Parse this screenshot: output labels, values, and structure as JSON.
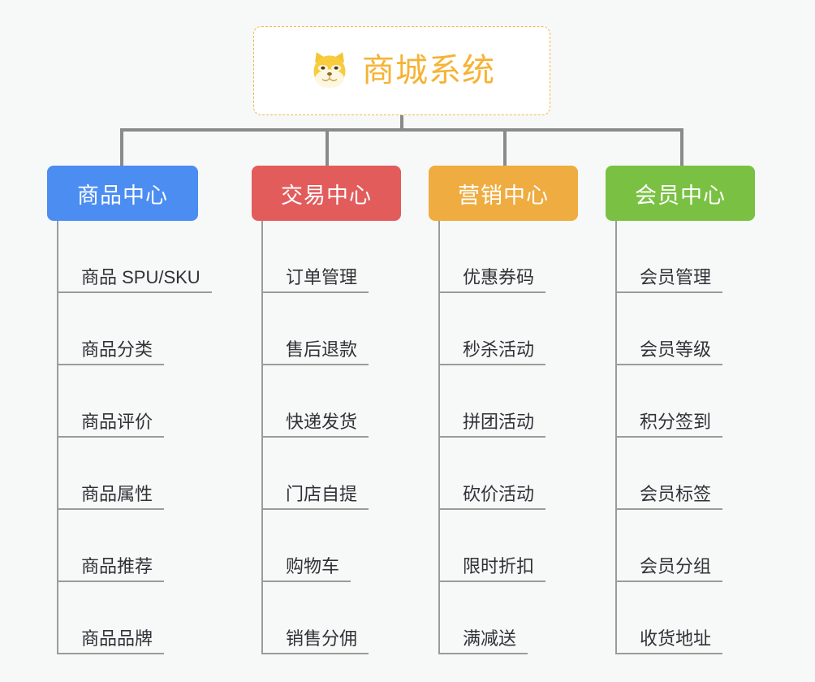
{
  "diagram": {
    "type": "org-tree",
    "background_color": "#f7f8f8",
    "connector_color": "#8a8a8a",
    "root": {
      "title": "商城系统",
      "icon": "shiba-dog-face-icon",
      "border_color": "#f0b849",
      "text_color": "#f5b335",
      "background_color": "#ffffff"
    },
    "columns": [
      {
        "header": "商品中心",
        "color": "#4b8df1",
        "items": [
          "商品 SPU/SKU",
          "商品分类",
          "商品评价",
          "商品属性",
          "商品推荐",
          "商品品牌"
        ]
      },
      {
        "header": "交易中心",
        "color": "#e25c5c",
        "items": [
          "订单管理",
          "售后退款",
          "快递发货",
          "门店自提",
          "购物车",
          "销售分佣"
        ]
      },
      {
        "header": "营销中心",
        "color": "#eeac41",
        "items": [
          "优惠券码",
          "秒杀活动",
          "拼团活动",
          "砍价活动",
          "限时折扣",
          "满减送"
        ]
      },
      {
        "header": "会员中心",
        "color": "#7ac143",
        "items": [
          "会员管理",
          "会员等级",
          "积分签到",
          "会员标签",
          "会员分组",
          "收货地址"
        ]
      }
    ]
  }
}
